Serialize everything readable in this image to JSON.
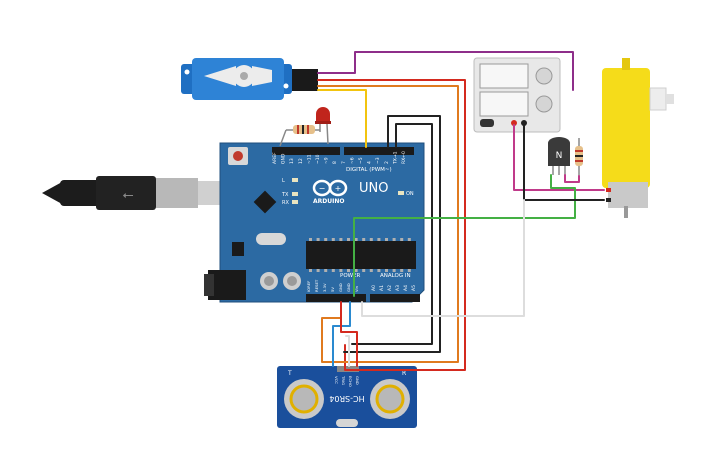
{
  "board": {
    "model": "UNO",
    "brand": "ARDUINO",
    "digital_label": "DIGITAL (PWM~)",
    "analog_label": "ANALOG IN",
    "power_label": "POWER",
    "on_label": "ON",
    "led_labels": [
      "L",
      "TX",
      "RX"
    ],
    "top_header_labels": [
      "AREF",
      "GND",
      "13",
      "12",
      "~11",
      "~10",
      "~9",
      "8",
      "7",
      "~6",
      "~5",
      "4",
      "~3",
      "2",
      "TX→1",
      "RX←0"
    ],
    "power_pin_labels": [
      "IOREF",
      "RESET",
      "3.3V",
      "5V",
      "GND",
      "GND",
      "Vin"
    ],
    "analog_pin_labels": [
      "A0",
      "A1",
      "A2",
      "A3",
      "A4",
      "A5"
    ]
  },
  "sensor": {
    "model": "HC-SR04",
    "pin_labels": [
      "VCC",
      "TRIG",
      "ECHO",
      "GND"
    ],
    "t_label": "T",
    "r_label": "R"
  },
  "transistor": {
    "label": "N"
  },
  "colors": {
    "board": "#2c6aa3",
    "wire_purple": "#8e2e8a",
    "wire_orange": "#e07a1f",
    "wire_red": "#d42a1f",
    "wire_yellow": "#f2c40f",
    "wire_black": "#222222",
    "wire_green": "#44b044",
    "wire_white": "#dddddd",
    "wire_blue": "#2a8ad0",
    "wire_magenta": "#c03a8a",
    "motor_yellow": "#f5dc1a"
  }
}
